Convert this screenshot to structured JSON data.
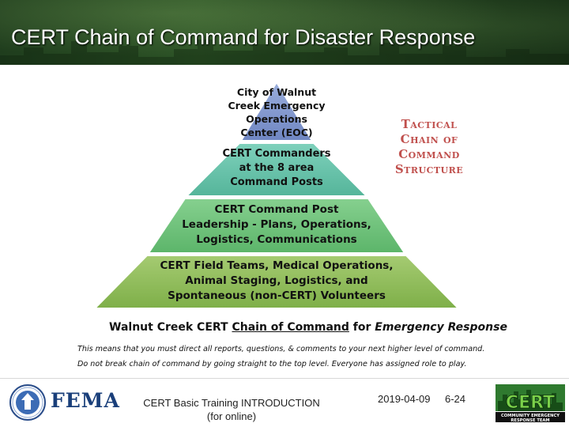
{
  "slide": {
    "title": "CERT Chain of Command for Disaster Response"
  },
  "pyramid": {
    "tier1": [
      "City of Walnut",
      "Creek Emergency",
      "Operations",
      "Center (EOC)"
    ],
    "tier2": [
      "CERT Commanders",
      "at the 8 area",
      "Command Posts"
    ],
    "tier3": [
      "CERT Command Post",
      "Leadership - Plans, Operations,",
      "Logistics, Communications"
    ],
    "tier4": [
      "CERT Field Teams, Medical Operations,",
      "Animal Staging, Logistics, and",
      "Spontaneous (non-CERT) Volunteers"
    ],
    "colors": {
      "tier1": "#7b90c9",
      "tier2": "#62bfa6",
      "tier3": "#6cbf78",
      "tier4": "#8dbb57"
    }
  },
  "side_label": "Tactical\nChain of\nCommand\nStructure",
  "caption": {
    "part1": "Walnut Creek CERT ",
    "part2": "Chain of Command",
    "part3": " for ",
    "part4": "Emergency Response"
  },
  "notes": {
    "line1": "This means that you must direct all reports, questions, & comments to your next higher level of command.",
    "line2": "Do not break chain of command by going straight to the top level. Everyone has assigned role to play."
  },
  "footer": {
    "fema_logo": "FEMA",
    "course_line1": "CERT Basic Training INTRODUCTION",
    "course_line2": "(for online)",
    "date": "2019-04-09",
    "page": "6-24",
    "cert_logo": "CERT",
    "cert_logo_sub1": "COMMUNITY EMERGENCY",
    "cert_logo_sub2": "RESPONSE TEAM"
  }
}
